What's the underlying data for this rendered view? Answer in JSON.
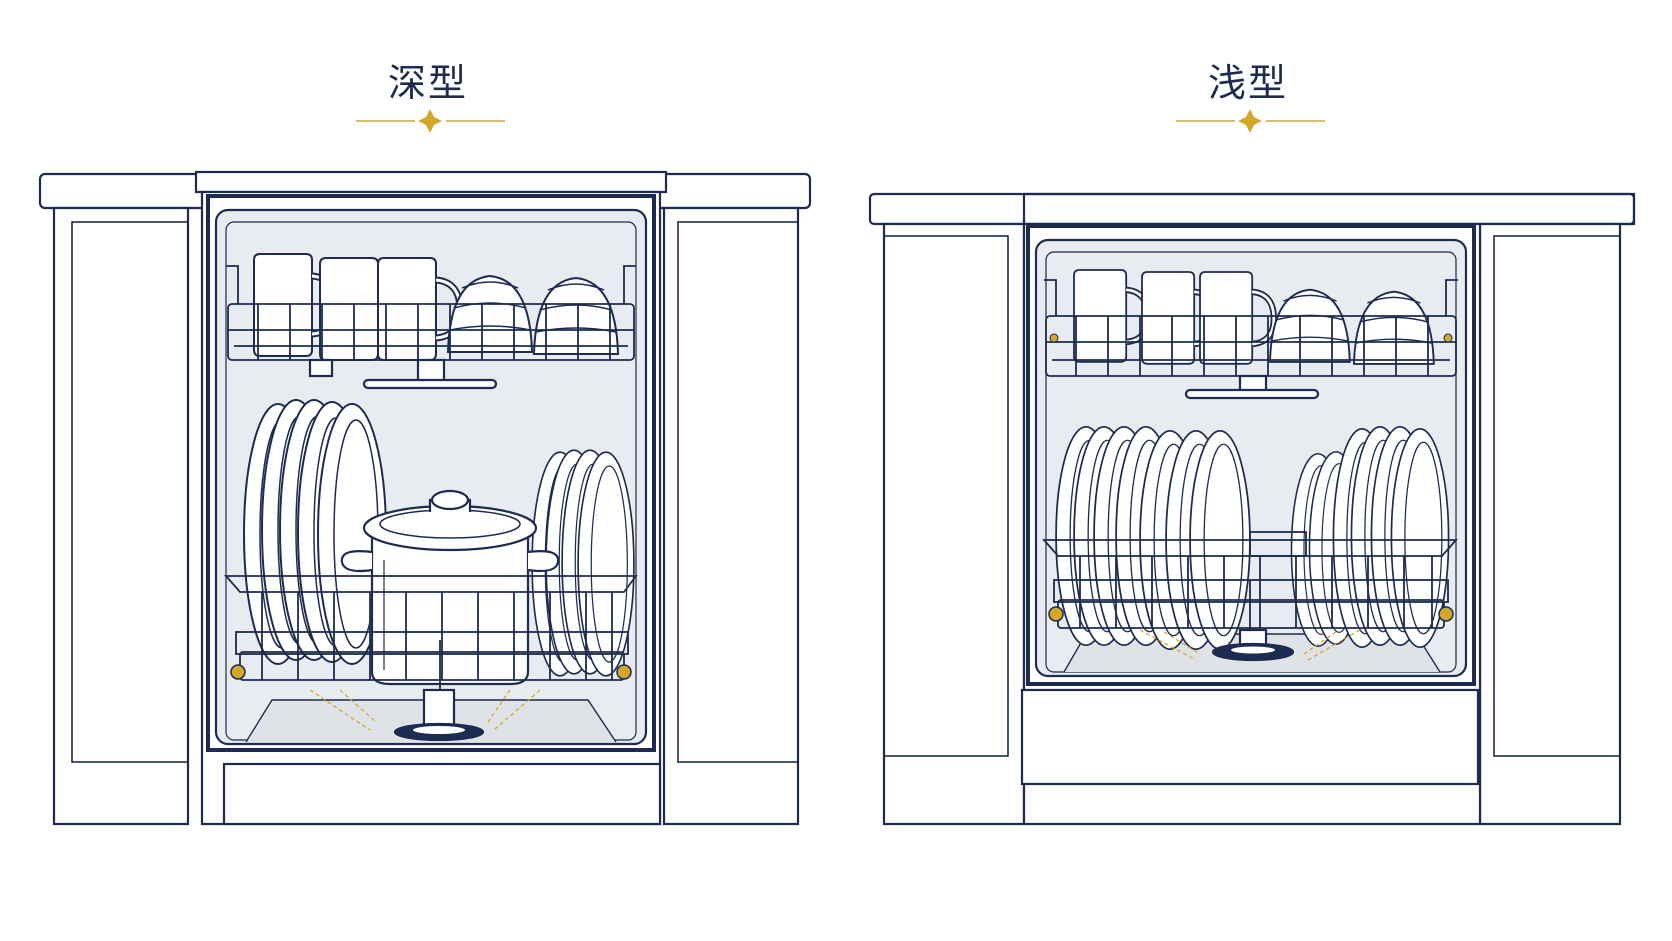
{
  "panels": [
    {
      "id": "deep",
      "title": "深型"
    },
    {
      "id": "shallow",
      "title": "浅型"
    }
  ],
  "colors": {
    "outline": "#1c2b4f",
    "accent_gold": "#d3a72a",
    "interior": "#e8ebef",
    "interior_dark": "#dfe3e8",
    "background": "#ffffff"
  },
  "icons": {
    "title_ornament": "diamond-star-ornament"
  }
}
